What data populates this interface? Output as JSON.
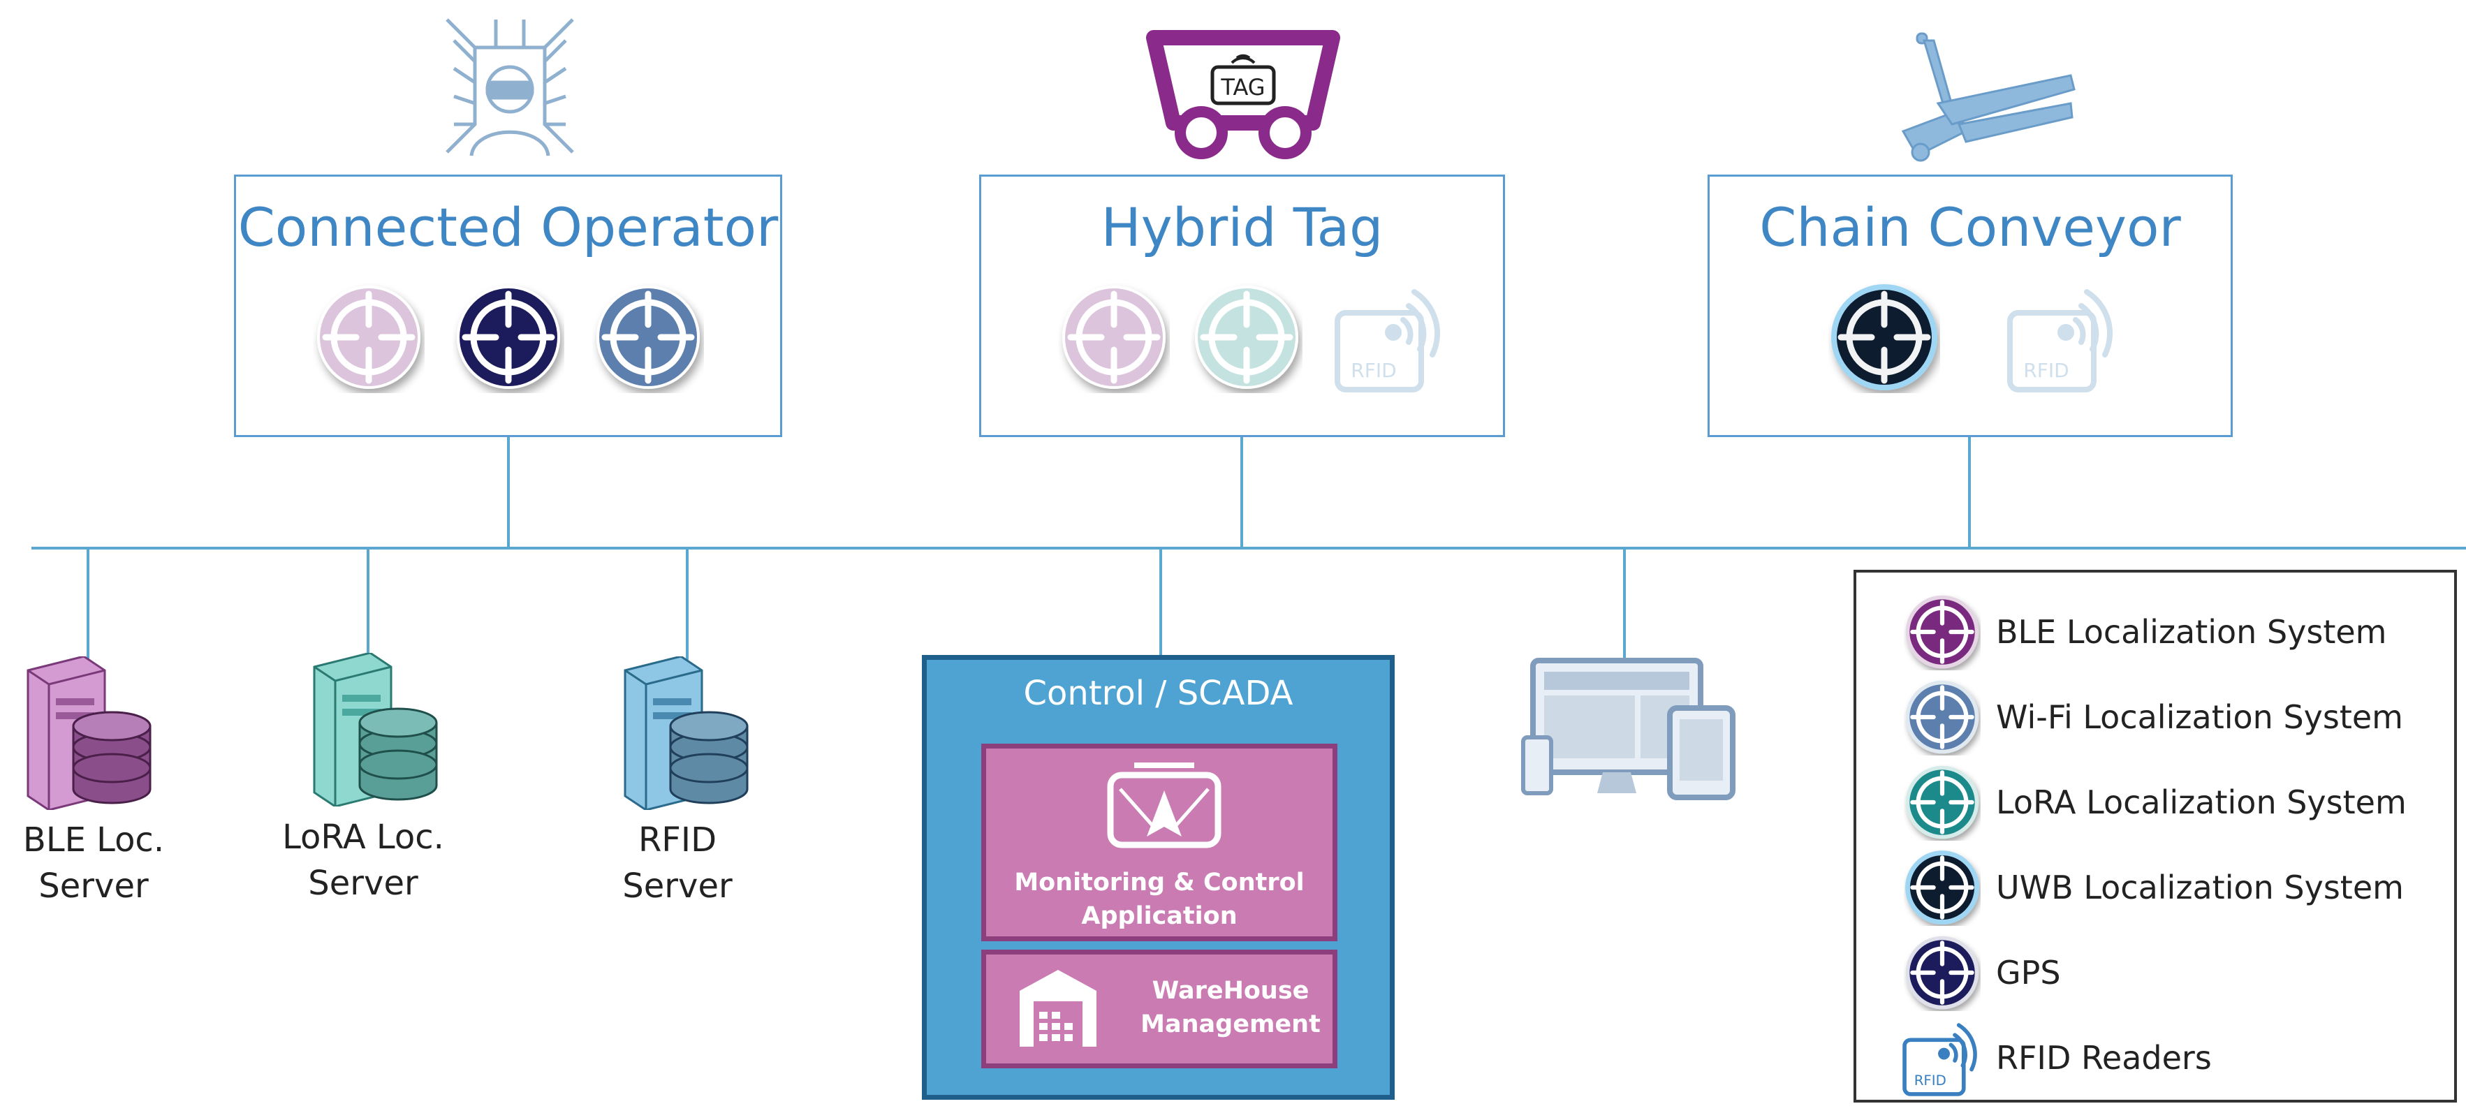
{
  "devices": [
    {
      "title": "Connected Operator",
      "icon": "vr-operator-icon"
    },
    {
      "title": "Hybrid Tag",
      "icon": "tag-cart-icon",
      "tag_text": "TAG"
    },
    {
      "title": "Chain Conveyor",
      "icon": "pallet-jack-icon"
    }
  ],
  "rfid_badge_text": "RFID",
  "servers": [
    {
      "line1": "BLE Loc.",
      "line2": "Server"
    },
    {
      "line1": "LoRA Loc.",
      "line2": "Server"
    },
    {
      "line1": "RFID",
      "line2": "Server"
    }
  ],
  "scada": {
    "title": "Control / SCADA",
    "app_line1": "Monitoring & Control",
    "app_line2": "Application",
    "wh_line1": "WareHouse",
    "wh_line2": "Management"
  },
  "legend": [
    {
      "label": "BLE Localization System",
      "color": "#7a2a7e"
    },
    {
      "label": "Wi-Fi Localization System",
      "color": "#5b7fae"
    },
    {
      "label": "LoRA Localization System",
      "color": "#1d8a8a"
    },
    {
      "label": "UWB Localization System",
      "color": "#0b1a2e"
    },
    {
      "label": "GPS",
      "color": "#1e1a5c"
    },
    {
      "label": "RFID Readers",
      "color": "#3a7fc0"
    }
  ],
  "colors": {
    "line": "#5aa8cf",
    "box_border": "#5a9bd1",
    "title": "#3f86c4",
    "scada_bg": "#4ea3d3",
    "scada_border": "#1f5f8c",
    "app_bg": "#c97bb2",
    "app_border": "#8d3f7d"
  }
}
